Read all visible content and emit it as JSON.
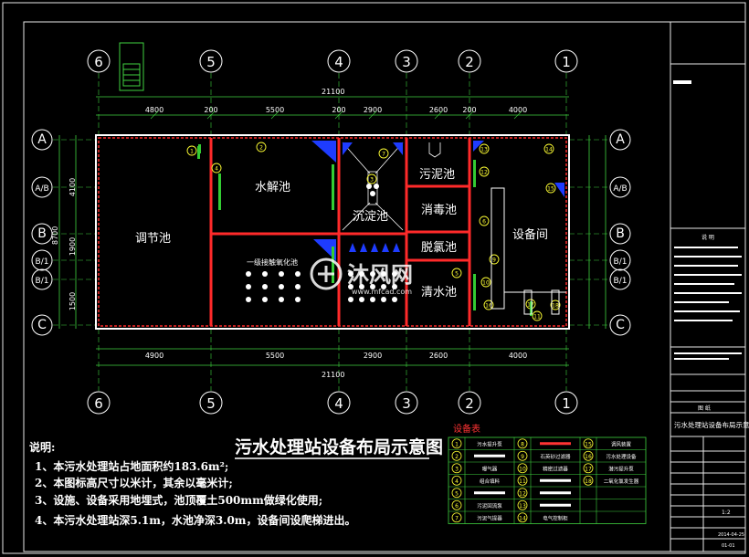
{
  "colors": {
    "background": "#000000",
    "frame": "#e8e8e8",
    "wall": "#ffffff",
    "wall_inner": "#ff2a2a",
    "dimension": "#3fd23f",
    "axis_bubble": "#ffffff",
    "equipment": "#ffff33",
    "pipe": "#33cc33",
    "accent_blue": "#1e3cff",
    "table_head": "#ff3333",
    "watermark": "#ffffff"
  },
  "axes": {
    "columns": [
      "6",
      "5",
      "4",
      "3",
      "2",
      "1"
    ],
    "rows_left": [
      "A",
      "A/B",
      "B",
      "B/1",
      "B/1",
      "C"
    ],
    "rows_right": [
      "A",
      "A/B",
      "B",
      "B/1",
      "B/1",
      "C"
    ]
  },
  "dimensions": {
    "total_top": "21100",
    "total_bottom": "21100",
    "top_segments": [
      "4800",
      "200",
      "5500",
      "200",
      "2900",
      "2600",
      "200",
      "4000"
    ],
    "bottom_segments": [
      "4900",
      "5500",
      "2900",
      "2600",
      "4000"
    ],
    "left_segments": [
      "4100",
      "1900",
      "1500"
    ],
    "left_total": "8700"
  },
  "rooms": {
    "regulation_tank": "调节池",
    "hydrolysis_tank": "水解池",
    "sedimentation_tank": "沉淀池",
    "sludge_tank": "污泥池",
    "disinfection_tank": "消毒池",
    "dechlorination_tank": "脱氯池",
    "clear_water_tank": "清水池",
    "equipment_room": "设备间",
    "contact_oxidation_tank": "一级接触氧化池"
  },
  "drawing_title": "污水处理站设备布局示意图",
  "notes": {
    "heading": "说明:",
    "lines": [
      "1、本污水处理站占地面积约183.6m²;",
      "2、本图标高尺寸以米计，其余以毫米计;",
      "3、设施、设备采用地埋式，池顶覆土500mm做绿化使用;",
      "4、本污水处理站深5.1m，水池净深3.0m，设备间设爬梯进出。"
    ]
  },
  "equipment_table": {
    "title": "设备表",
    "rows": [
      [
        "1",
        "污水提升泵",
        "8",
        "",
        "15",
        "调风装置"
      ],
      [
        "2",
        "",
        "9",
        "石英砂过滤器",
        "16",
        "污水处理设备"
      ],
      [
        "3",
        "曝气器",
        "10",
        "精密过滤器",
        "17",
        "潜污提升泵"
      ],
      [
        "4",
        "组合填料",
        "11",
        "",
        "18",
        "二氧化氯发生器"
      ],
      [
        "5",
        "",
        "12",
        "",
        "",
        ""
      ],
      [
        "6",
        "污泥回流泵",
        "13",
        "",
        "",
        ""
      ],
      [
        "7",
        "污泥气提器",
        "14",
        "电气控制柜",
        "",
        ""
      ]
    ]
  },
  "title_block": {
    "notes_header": "说  明",
    "drawing_name": "污水处理站设备布局示意图",
    "figure": "图  纸",
    "date": "2014-04-25",
    "sheet": "01-01",
    "scale": "1:2"
  },
  "watermark": {
    "brand": "沐风网",
    "url": "www.mfcad.com"
  }
}
